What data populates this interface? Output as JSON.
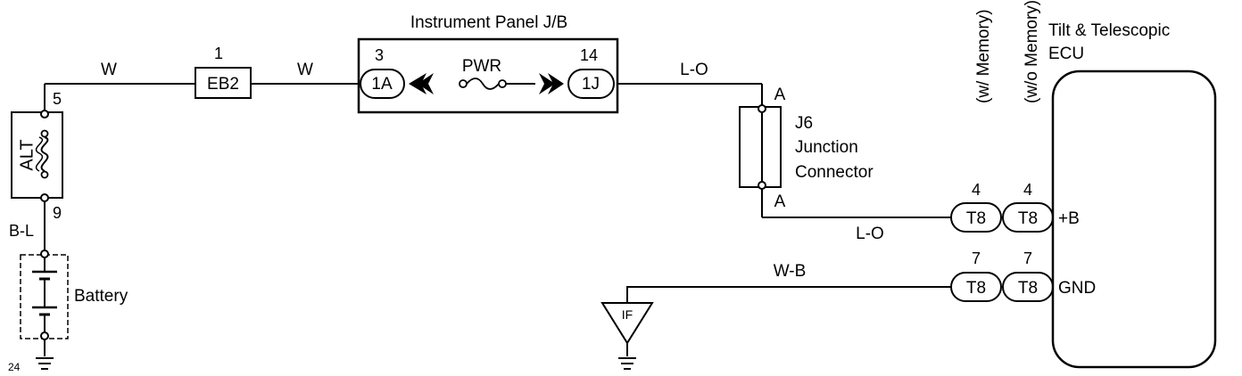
{
  "wires": {
    "w_left": "W",
    "w_right": "W",
    "lo_top": "L-O",
    "lo_bottom": "L-O",
    "bl": "B-L",
    "wb": "W-B"
  },
  "alt": {
    "label": "ALT",
    "pin_top": "5",
    "pin_bottom": "9"
  },
  "battery": {
    "label": "Battery"
  },
  "ground_code": "24",
  "eb2": {
    "pin": "1",
    "label": "EB2"
  },
  "jb": {
    "title": "Instrument Panel J/B",
    "pin_left": "3",
    "conn_left": "1A",
    "pwr": "PWR",
    "pin_right": "14",
    "conn_right": "1J"
  },
  "j6": {
    "name": "J6",
    "line1": "Junction",
    "line2": "Connector",
    "term_top": "A",
    "term_bottom": "A"
  },
  "ground_ii": {
    "label": "IF"
  },
  "notes": {
    "w_memory": "(w/ Memory)",
    "wo_memory": "(w/o Memory)"
  },
  "ecu": {
    "title_line1": "Tilt & Telescopic",
    "title_line2": "ECU",
    "plus_b": "+B",
    "gnd": "GND"
  },
  "connectors": {
    "t8_a": "T8",
    "t8_b": "T8",
    "t8_c": "T8",
    "t8_d": "T8",
    "pin_4a": "4",
    "pin_4b": "4",
    "pin_7a": "7",
    "pin_7b": "7"
  }
}
